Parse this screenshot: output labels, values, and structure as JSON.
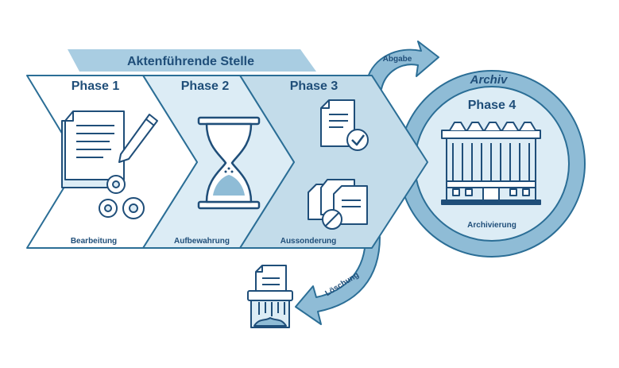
{
  "header": {
    "label": "Aktenführende Stelle"
  },
  "phases": [
    {
      "title": "Phase 1",
      "label": "Bearbeitung",
      "icon": "document-pencil-gears-icon"
    },
    {
      "title": "Phase 2",
      "label": "Aufbewahrung",
      "icon": "hourglass-icon"
    },
    {
      "title": "Phase 3",
      "label": "Aussonderung",
      "icon": "documents-check-icon"
    }
  ],
  "archive": {
    "name": "Archiv",
    "title": "Phase 4",
    "label": "Archivierung",
    "icon": "archive-building-icon"
  },
  "arrows": {
    "handover": "Abgabe",
    "deletion": "Löschung"
  },
  "colors": {
    "dark": "#1f4e79",
    "stroke": "#2b6e96",
    "panel1": "#ffffff",
    "panel2": "#dcecf5",
    "panel3": "#c3dcea",
    "ring": "#8fbcd6",
    "header": "#a9cde2"
  }
}
